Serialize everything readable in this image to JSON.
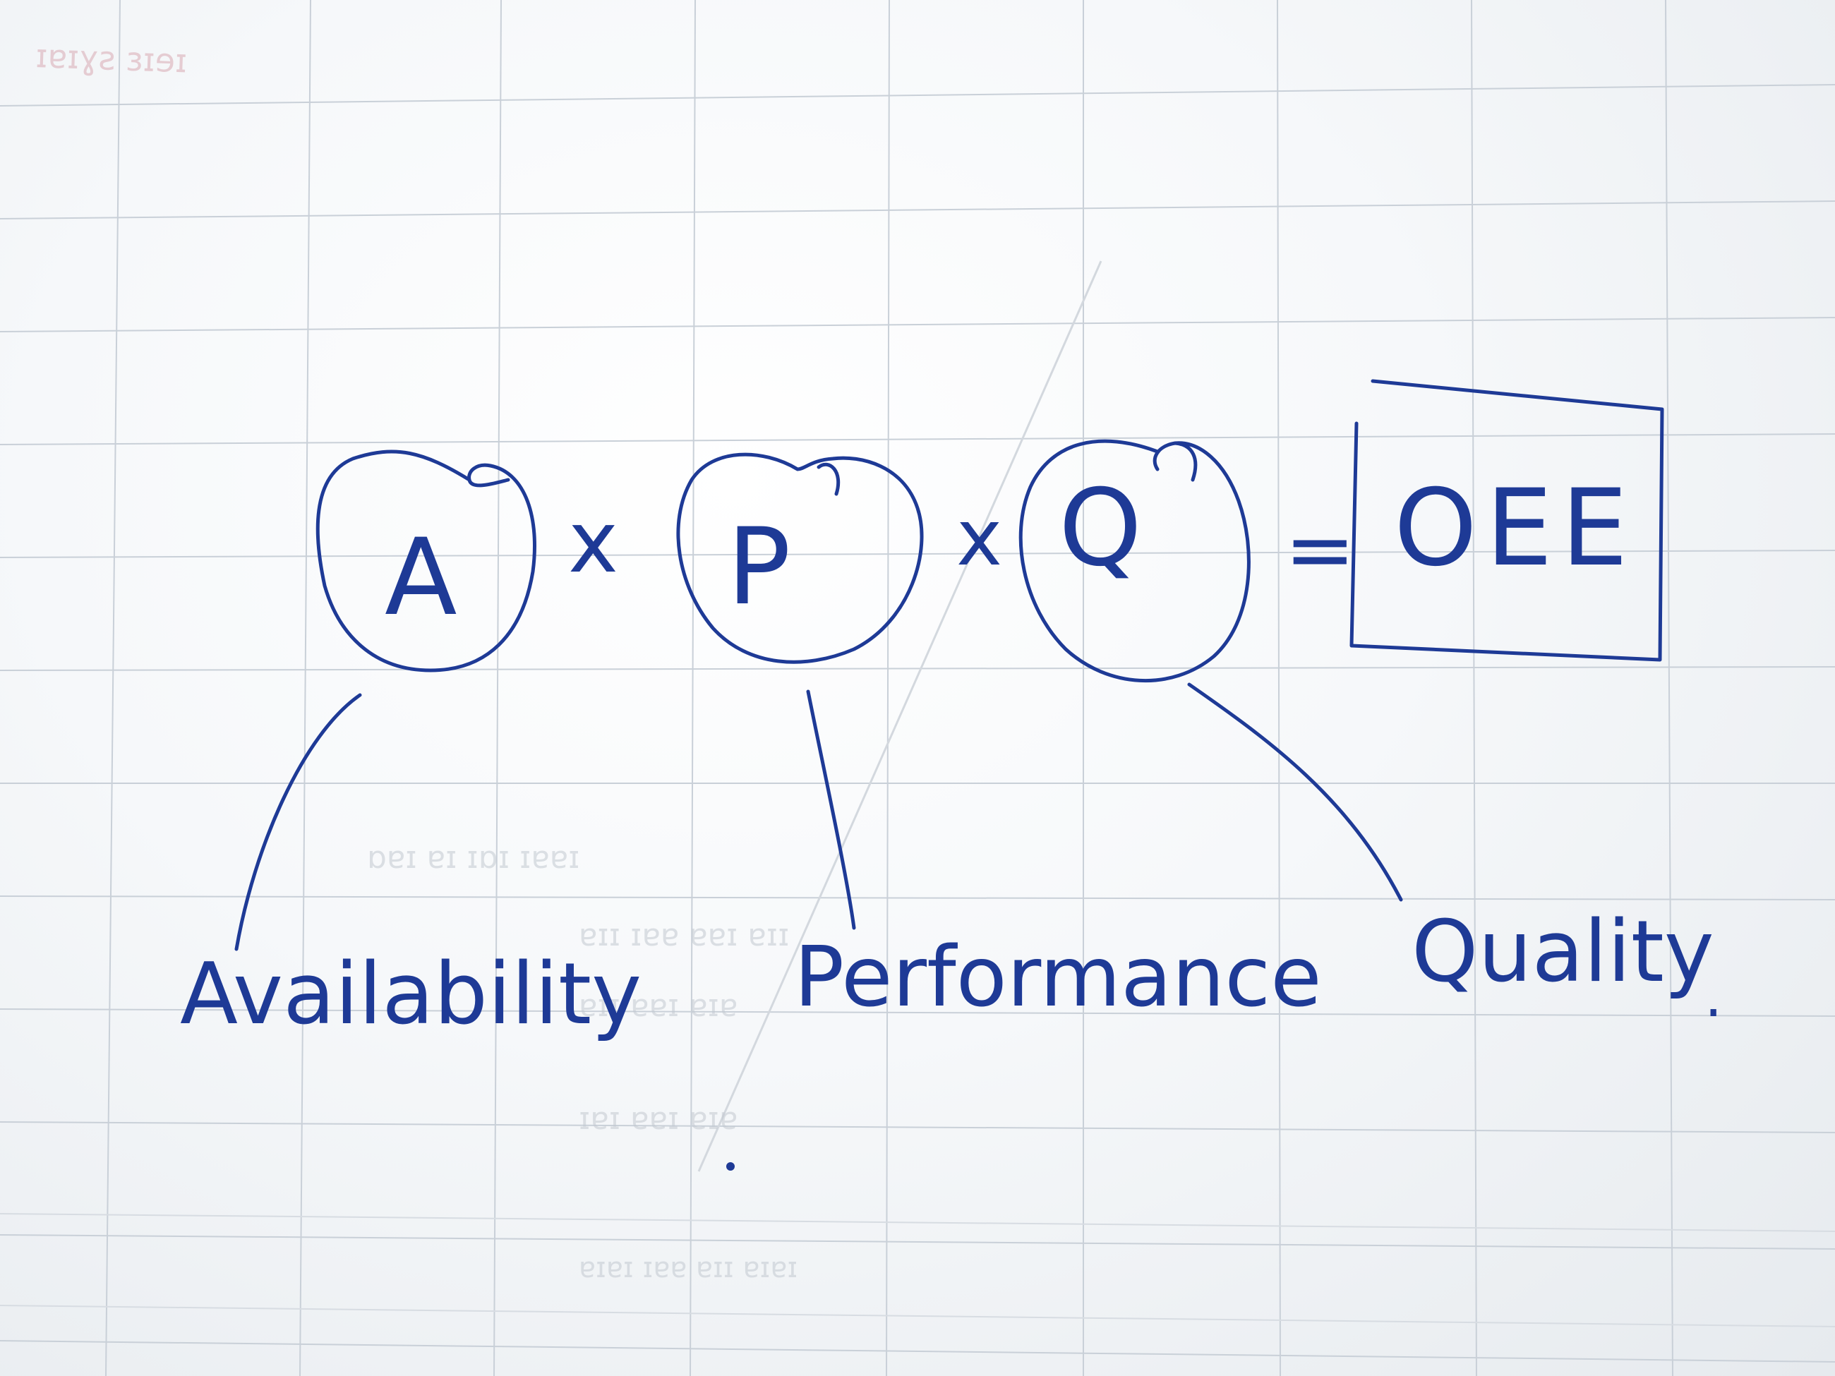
{
  "formula": {
    "factors": [
      {
        "letter": "A",
        "label": "Availability"
      },
      {
        "letter": "P",
        "label": "Performance"
      },
      {
        "letter": "Q",
        "label": "Quality"
      }
    ],
    "operator_1": "x",
    "operator_2": "x",
    "equals": "=",
    "result": "OEE",
    "trailing_mark": "."
  },
  "colors": {
    "ink": "#1e3a96",
    "grid": "#c9d0d8",
    "paper": "#f6f8fa"
  }
}
